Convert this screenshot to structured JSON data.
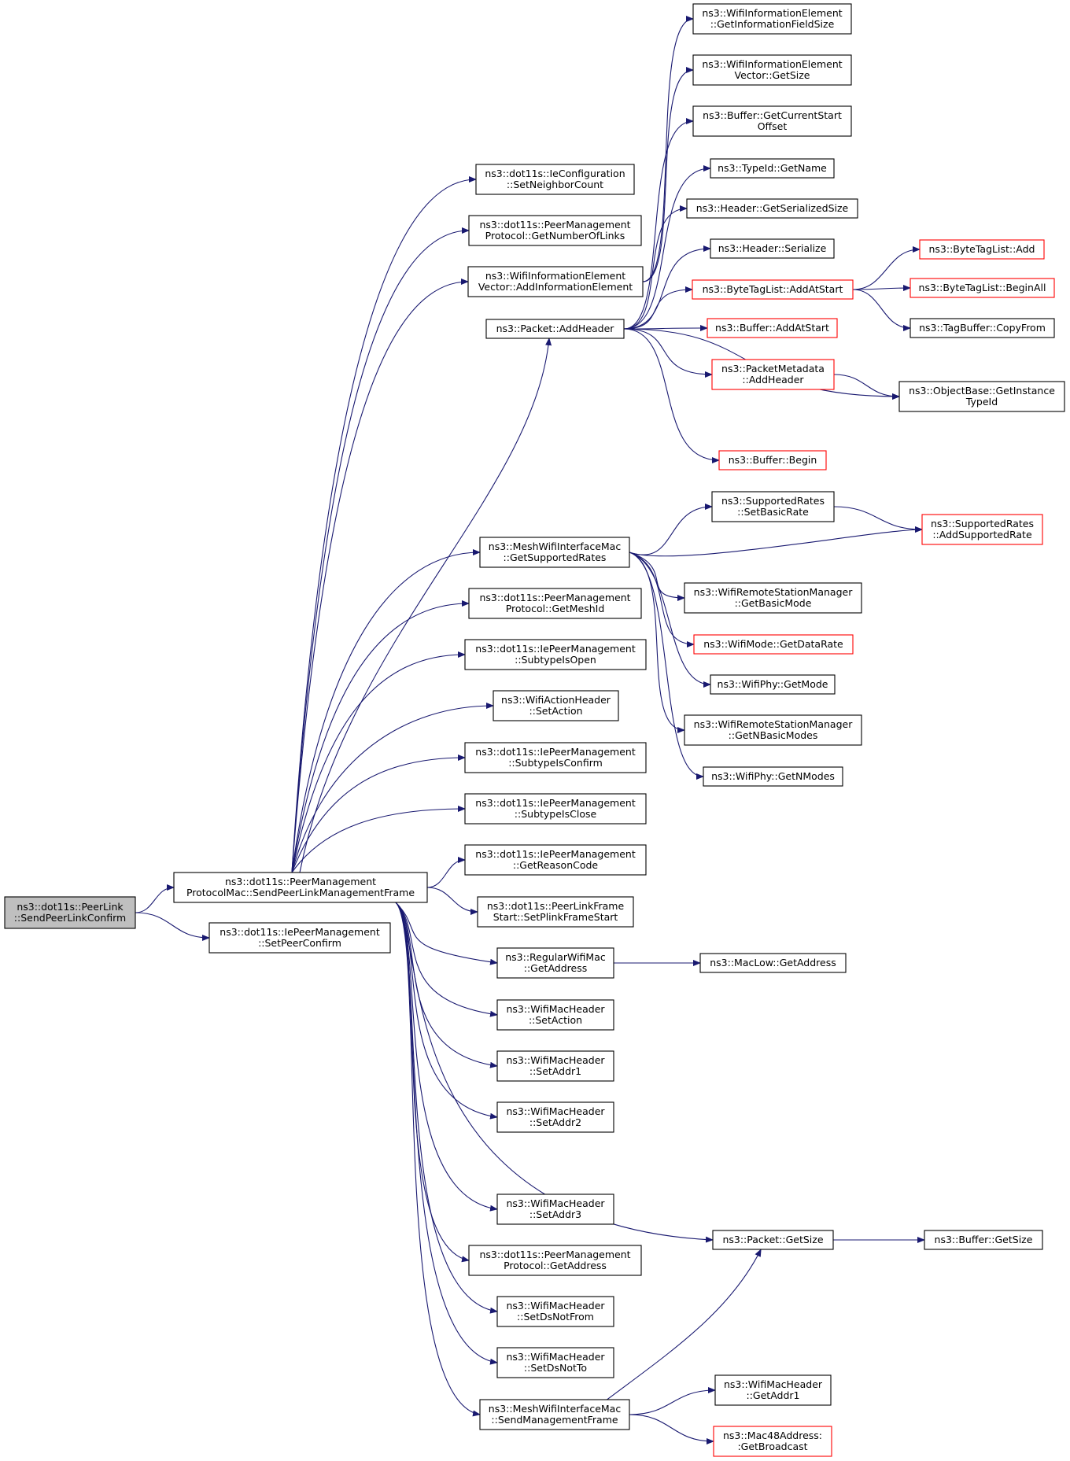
{
  "colors": {
    "edge": "#191970",
    "node_border": "#000000",
    "node_incomplete_border": "#ff0000",
    "root_fill": "#bfbfbf",
    "node_fill": "#ffffff"
  },
  "nodes": [
    {
      "id": "root",
      "lines": [
        "ns3::dot11s::PeerLink",
        "::SendPeerLinkConfirm"
      ],
      "style": "root"
    },
    {
      "id": "smf",
      "lines": [
        "ns3::dot11s::PeerManagement",
        "ProtocolMac::SendPeerLinkManagementFrame"
      ],
      "style": "normal"
    },
    {
      "id": "setpeerconfirm",
      "lines": [
        "ns3::dot11s::IePeerManagement",
        "::SetPeerConfirm"
      ],
      "style": "normal"
    },
    {
      "id": "setneighbor",
      "lines": [
        "ns3::dot11s::IeConfiguration",
        "::SetNeighborCount"
      ],
      "style": "normal"
    },
    {
      "id": "getnumlinks",
      "lines": [
        "ns3::dot11s::PeerManagement",
        "Protocol::GetNumberOfLinks"
      ],
      "style": "normal"
    },
    {
      "id": "addinfo",
      "lines": [
        "ns3::WifiInformationElement",
        "Vector::AddInformationElement"
      ],
      "style": "normal"
    },
    {
      "id": "addheader",
      "lines": [
        "ns3::Packet::AddHeader"
      ],
      "style": "normal"
    },
    {
      "id": "getinfofieldsize",
      "lines": [
        "ns3::WifiInformationElement",
        "::GetInformationFieldSize"
      ],
      "style": "normal"
    },
    {
      "id": "vecgetsize",
      "lines": [
        "ns3::WifiInformationElement",
        "Vector::GetSize"
      ],
      "style": "normal"
    },
    {
      "id": "getcurrentstart",
      "lines": [
        "ns3::Buffer::GetCurrentStart",
        "Offset"
      ],
      "style": "normal"
    },
    {
      "id": "typeidgetname",
      "lines": [
        "ns3::TypeId::GetName"
      ],
      "style": "normal"
    },
    {
      "id": "headerserializedsize",
      "lines": [
        "ns3::Header::GetSerializedSize"
      ],
      "style": "normal"
    },
    {
      "id": "headerserialize",
      "lines": [
        "ns3::Header::Serialize"
      ],
      "style": "normal"
    },
    {
      "id": "btladdatstart",
      "lines": [
        "ns3::ByteTagList::AddAtStart"
      ],
      "style": "incomplete"
    },
    {
      "id": "btladd",
      "lines": [
        "ns3::ByteTagList::Add"
      ],
      "style": "incomplete"
    },
    {
      "id": "btlbeginall",
      "lines": [
        "ns3::ByteTagList::BeginAll"
      ],
      "style": "incomplete"
    },
    {
      "id": "tagbuffercopyfrom",
      "lines": [
        "ns3::TagBuffer::CopyFrom"
      ],
      "style": "normal"
    },
    {
      "id": "bufferaddatstart",
      "lines": [
        "ns3::Buffer::AddAtStart"
      ],
      "style": "incomplete"
    },
    {
      "id": "pmaddheader",
      "lines": [
        "ns3::PacketMetadata",
        "::AddHeader"
      ],
      "style": "incomplete"
    },
    {
      "id": "objgetinstance",
      "lines": [
        "ns3::ObjectBase::GetInstance",
        "TypeId"
      ],
      "style": "normal"
    },
    {
      "id": "bufferbegin",
      "lines": [
        "ns3::Buffer::Begin"
      ],
      "style": "incomplete"
    },
    {
      "id": "setbasicrate",
      "lines": [
        "ns3::SupportedRates",
        "::SetBasicRate"
      ],
      "style": "normal"
    },
    {
      "id": "addsupportedrate",
      "lines": [
        "ns3::SupportedRates",
        "::AddSupportedRate"
      ],
      "style": "incomplete"
    },
    {
      "id": "getsupportedrates",
      "lines": [
        "ns3::MeshWifiInterfaceMac",
        "::GetSupportedRates"
      ],
      "style": "normal"
    },
    {
      "id": "getbasicmode",
      "lines": [
        "ns3::WifiRemoteStationManager",
        "::GetBasicMode"
      ],
      "style": "normal"
    },
    {
      "id": "getdatarate",
      "lines": [
        "ns3::WifiMode::GetDataRate"
      ],
      "style": "incomplete"
    },
    {
      "id": "phygetmode",
      "lines": [
        "ns3::WifiPhy::GetMode"
      ],
      "style": "normal"
    },
    {
      "id": "getnbasicmodes",
      "lines": [
        "ns3::WifiRemoteStationManager",
        "::GetNBasicModes"
      ],
      "style": "normal"
    },
    {
      "id": "getnmodes",
      "lines": [
        "ns3::WifiPhy::GetNModes"
      ],
      "style": "normal"
    },
    {
      "id": "getmeshid",
      "lines": [
        "ns3::dot11s::PeerManagement",
        "Protocol::GetMeshId"
      ],
      "style": "normal"
    },
    {
      "id": "subtypeisopen",
      "lines": [
        "ns3::dot11s::IePeerManagement",
        "::SubtypeIsOpen"
      ],
      "style": "normal"
    },
    {
      "id": "actionsetaction",
      "lines": [
        "ns3::WifiActionHeader",
        "::SetAction"
      ],
      "style": "normal"
    },
    {
      "id": "subtypeisconfirm",
      "lines": [
        "ns3::dot11s::IePeerManagement",
        "::SubtypeIsConfirm"
      ],
      "style": "normal"
    },
    {
      "id": "subtypeisclose",
      "lines": [
        "ns3::dot11s::IePeerManagement",
        "::SubtypeIsClose"
      ],
      "style": "normal"
    },
    {
      "id": "getreasoncode",
      "lines": [
        "ns3::dot11s::IePeerManagement",
        "::GetReasonCode"
      ],
      "style": "normal"
    },
    {
      "id": "setplinkframestart",
      "lines": [
        "ns3::dot11s::PeerLinkFrame",
        "Start::SetPlinkFrameStart"
      ],
      "style": "normal"
    },
    {
      "id": "regulargetaddress",
      "lines": [
        "ns3::RegularWifiMac",
        "::GetAddress"
      ],
      "style": "normal"
    },
    {
      "id": "maclowgetaddress",
      "lines": [
        "ns3::MacLow::GetAddress"
      ],
      "style": "normal"
    },
    {
      "id": "machdrsetaction",
      "lines": [
        "ns3::WifiMacHeader",
        "::SetAction"
      ],
      "style": "normal"
    },
    {
      "id": "setaddr1",
      "lines": [
        "ns3::WifiMacHeader",
        "::SetAddr1"
      ],
      "style": "normal"
    },
    {
      "id": "setaddr2",
      "lines": [
        "ns3::WifiMacHeader",
        "::SetAddr2"
      ],
      "style": "normal"
    },
    {
      "id": "setaddr3",
      "lines": [
        "ns3::WifiMacHeader",
        "::SetAddr3"
      ],
      "style": "normal"
    },
    {
      "id": "pmpgetaddress",
      "lines": [
        "ns3::dot11s::PeerManagement",
        "Protocol::GetAddress"
      ],
      "style": "normal"
    },
    {
      "id": "setdsnotfrom",
      "lines": [
        "ns3::WifiMacHeader",
        "::SetDsNotFrom"
      ],
      "style": "normal"
    },
    {
      "id": "setdsnotto",
      "lines": [
        "ns3::WifiMacHeader",
        "::SetDsNotTo"
      ],
      "style": "normal"
    },
    {
      "id": "sendmgmtframe",
      "lines": [
        "ns3::MeshWifiInterfaceMac",
        "::SendManagementFrame"
      ],
      "style": "normal"
    },
    {
      "id": "packetgetsize",
      "lines": [
        "ns3::Packet::GetSize"
      ],
      "style": "normal"
    },
    {
      "id": "buffergetsize",
      "lines": [
        "ns3::Buffer::GetSize"
      ],
      "style": "normal"
    },
    {
      "id": "getaddr1",
      "lines": [
        "ns3::WifiMacHeader",
        "::GetAddr1"
      ],
      "style": "normal"
    },
    {
      "id": "getbroadcast",
      "lines": [
        "ns3::Mac48Address:",
        ":GetBroadcast"
      ],
      "style": "incomplete"
    }
  ],
  "edges": [
    [
      "root",
      "smf"
    ],
    [
      "root",
      "setpeerconfirm"
    ],
    [
      "smf",
      "setneighbor"
    ],
    [
      "smf",
      "getnumlinks"
    ],
    [
      "smf",
      "addinfo"
    ],
    [
      "smf",
      "addheader"
    ],
    [
      "smf",
      "getsupportedrates"
    ],
    [
      "smf",
      "getmeshid"
    ],
    [
      "smf",
      "subtypeisopen"
    ],
    [
      "smf",
      "actionsetaction"
    ],
    [
      "smf",
      "subtypeisconfirm"
    ],
    [
      "smf",
      "subtypeisclose"
    ],
    [
      "smf",
      "getreasoncode"
    ],
    [
      "smf",
      "setplinkframestart"
    ],
    [
      "smf",
      "regulargetaddress"
    ],
    [
      "smf",
      "machdrsetaction"
    ],
    [
      "smf",
      "setaddr1"
    ],
    [
      "smf",
      "setaddr2"
    ],
    [
      "smf",
      "packetgetsize"
    ],
    [
      "smf",
      "setaddr3"
    ],
    [
      "smf",
      "pmpgetaddress"
    ],
    [
      "smf",
      "setdsnotfrom"
    ],
    [
      "smf",
      "setdsnotto"
    ],
    [
      "smf",
      "sendmgmtframe"
    ],
    [
      "addinfo",
      "getinfofieldsize"
    ],
    [
      "addinfo",
      "vecgetsize"
    ],
    [
      "addheader",
      "getcurrentstart"
    ],
    [
      "addheader",
      "typeidgetname"
    ],
    [
      "addheader",
      "headerserializedsize"
    ],
    [
      "addheader",
      "headerserialize"
    ],
    [
      "addheader",
      "btladdatstart"
    ],
    [
      "addheader",
      "bufferaddatstart"
    ],
    [
      "addheader",
      "pmaddheader"
    ],
    [
      "addheader",
      "objgetinstance"
    ],
    [
      "addheader",
      "bufferbegin"
    ],
    [
      "btladdatstart",
      "btladd"
    ],
    [
      "btladdatstart",
      "btlbeginall"
    ],
    [
      "btladdatstart",
      "tagbuffercopyfrom"
    ],
    [
      "pmaddheader",
      "objgetinstance"
    ],
    [
      "getsupportedrates",
      "setbasicrate"
    ],
    [
      "getsupportedrates",
      "addsupportedrate"
    ],
    [
      "getsupportedrates",
      "getbasicmode"
    ],
    [
      "getsupportedrates",
      "getdatarate"
    ],
    [
      "getsupportedrates",
      "phygetmode"
    ],
    [
      "getsupportedrates",
      "getnbasicmodes"
    ],
    [
      "getsupportedrates",
      "getnmodes"
    ],
    [
      "setbasicrate",
      "addsupportedrate"
    ],
    [
      "regulargetaddress",
      "maclowgetaddress"
    ],
    [
      "packetgetsize",
      "buffergetsize"
    ],
    [
      "sendmgmtframe",
      "packetgetsize"
    ],
    [
      "sendmgmtframe",
      "getaddr1"
    ],
    [
      "sendmgmtframe",
      "getbroadcast"
    ]
  ]
}
